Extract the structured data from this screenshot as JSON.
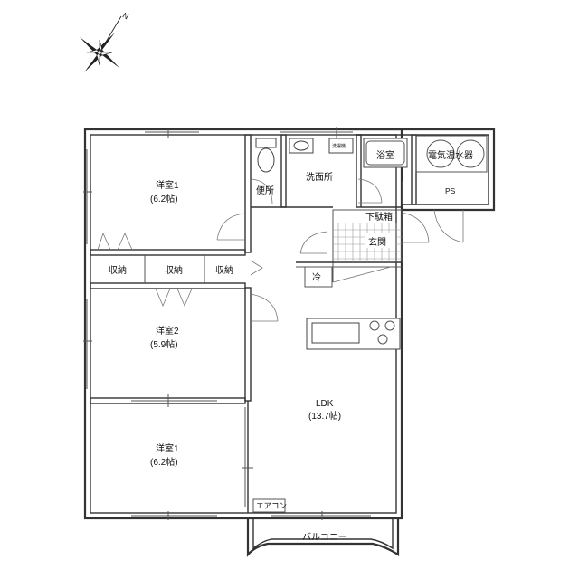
{
  "compass": {
    "north_label": "N",
    "icon": "compass-rose-icon"
  },
  "rooms": {
    "western_room_top": {
      "name": "洋室1",
      "size": "(6.2帖)"
    },
    "western_room_mid": {
      "name": "洋室2",
      "size": "(5.9帖)"
    },
    "western_room_bottom": {
      "name": "洋室1",
      "size": "(6.2帖)"
    },
    "ldk": {
      "name": "LDK",
      "size": "(13.7帖)"
    },
    "toilet": {
      "name": "便所"
    },
    "washroom": {
      "name": "洗面所"
    },
    "washer_label": {
      "name": "洗濯機"
    },
    "bathroom": {
      "name": "浴室"
    },
    "water_heater": {
      "name": "電気温水器"
    },
    "pipe_space": {
      "name": "PS"
    },
    "shoe_cabinet": {
      "name": "下駄箱"
    },
    "entrance": {
      "name": "玄関"
    },
    "fridge": {
      "name": "冷"
    },
    "closet_1": {
      "name": "収納"
    },
    "closet_2": {
      "name": "収納"
    },
    "closet_3": {
      "name": "収納"
    },
    "aircon": {
      "name": "エアコン"
    },
    "balcony": {
      "name": "バルコニー"
    }
  }
}
